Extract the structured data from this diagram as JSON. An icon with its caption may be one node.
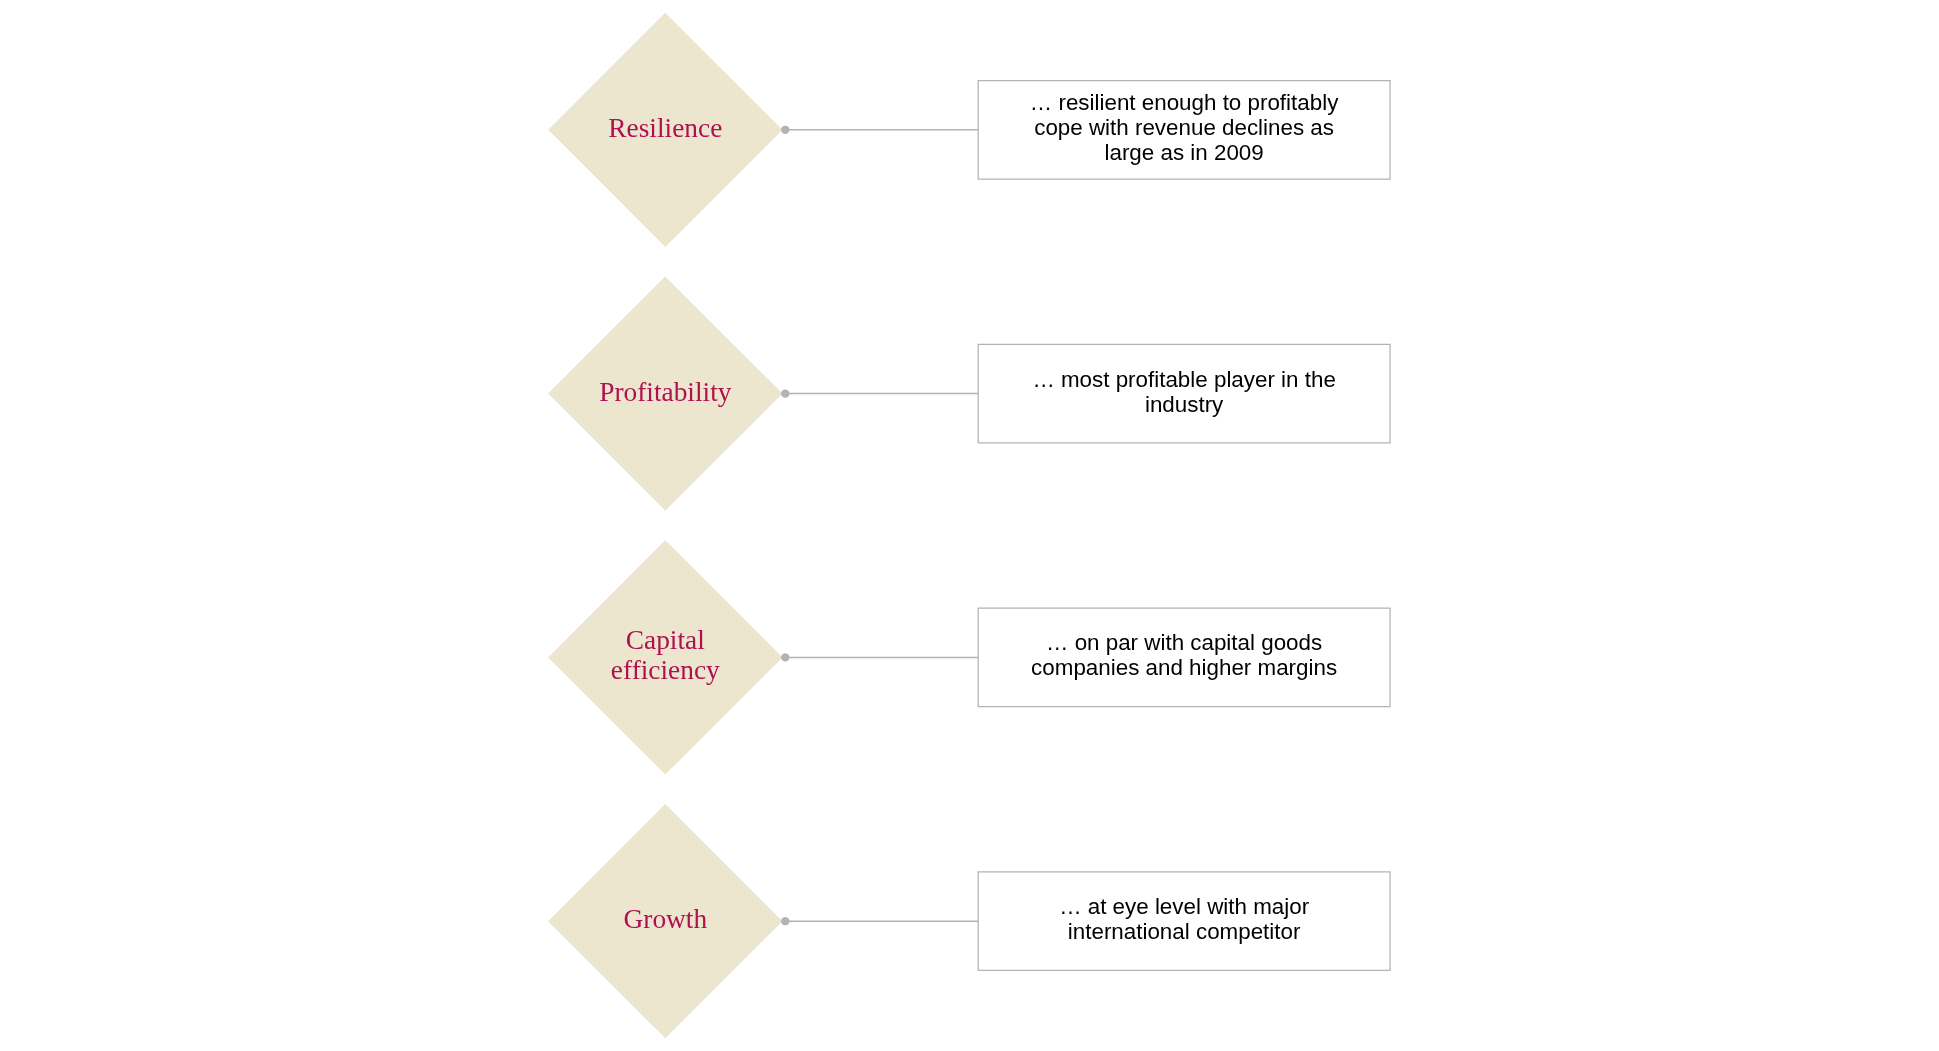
{
  "diagram": {
    "nodes": [
      {
        "text": [
          "Growth"
        ]
      },
      {
        "text": [
          "Capital efficiency"
        ]
      },
      {
        "text": [
          "Profitability"
        ]
      },
      {
        "text": [
          "Resilience"
        ]
      },
      {
        "text": [
          "… at eye level with major international competitor"
        ]
      },
      {
        "text": [
          "… on par with capital goods companies and higher margins"
        ]
      },
      {
        "text": [
          "… most profitable player in the industry"
        ]
      },
      {
        "text": [
          "… resilient enough to profitably cope with revenue declines as large as in 2009"
        ]
      }
    ],
    "edges": [
      {
        "from": 0,
        "to": 4,
        "arrow": "other"
      },
      {
        "from": 1,
        "to": 5,
        "arrow": "other"
      },
      {
        "from": 2,
        "to": 6,
        "arrow": "other"
      },
      {
        "from": 3,
        "to": 7,
        "arrow": "other"
      }
    ]
  }
}
